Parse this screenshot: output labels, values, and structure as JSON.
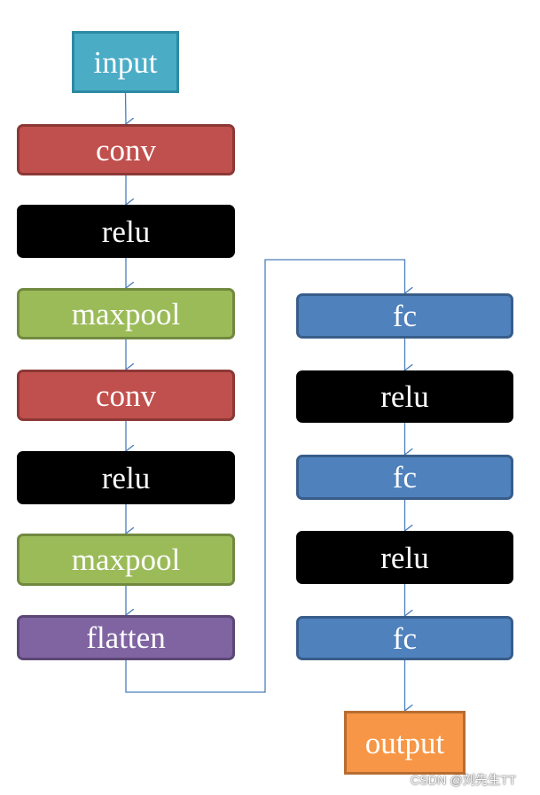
{
  "colors": {
    "input": "#4bacc6",
    "input_border": "#2c8aa3",
    "conv": "#c0504d",
    "conv_border": "#8c3836",
    "relu": "#000000",
    "relu_border": "#000000",
    "maxpool": "#9bbb59",
    "maxpool_border": "#71893f",
    "flatten": "#8064a2",
    "flatten_border": "#5c4776",
    "fc": "#4f81bd",
    "fc_border": "#385d8a",
    "output": "#f79646",
    "output_border": "#b66d31",
    "connector": "#4a7ebb"
  },
  "left_column": [
    {
      "id": "input",
      "label": "input",
      "kind": "input"
    },
    {
      "id": "conv-1",
      "label": "conv",
      "kind": "conv"
    },
    {
      "id": "relu-1",
      "label": "relu",
      "kind": "relu"
    },
    {
      "id": "maxpool-1",
      "label": "maxpool",
      "kind": "maxpool"
    },
    {
      "id": "conv-2",
      "label": "conv",
      "kind": "conv"
    },
    {
      "id": "relu-2",
      "label": "relu",
      "kind": "relu"
    },
    {
      "id": "maxpool-2",
      "label": "maxpool",
      "kind": "maxpool"
    },
    {
      "id": "flatten",
      "label": "flatten",
      "kind": "flatten"
    }
  ],
  "right_column": [
    {
      "id": "fc-1",
      "label": "fc",
      "kind": "fc"
    },
    {
      "id": "relu-3",
      "label": "relu",
      "kind": "relu"
    },
    {
      "id": "fc-2",
      "label": "fc",
      "kind": "fc"
    },
    {
      "id": "relu-4",
      "label": "relu",
      "kind": "relu"
    },
    {
      "id": "fc-3",
      "label": "fc",
      "kind": "fc"
    },
    {
      "id": "output",
      "label": "output",
      "kind": "output"
    }
  ],
  "edges": [
    [
      "input",
      "conv-1"
    ],
    [
      "conv-1",
      "relu-1"
    ],
    [
      "relu-1",
      "maxpool-1"
    ],
    [
      "maxpool-1",
      "conv-2"
    ],
    [
      "conv-2",
      "relu-2"
    ],
    [
      "relu-2",
      "maxpool-2"
    ],
    [
      "maxpool-2",
      "flatten"
    ],
    [
      "flatten",
      "fc-1"
    ],
    [
      "fc-1",
      "relu-3"
    ],
    [
      "relu-3",
      "fc-2"
    ],
    [
      "fc-2",
      "relu-4"
    ],
    [
      "relu-4",
      "fc-3"
    ],
    [
      "fc-3",
      "output"
    ]
  ],
  "watermark": "CSDN @刘先生TT"
}
